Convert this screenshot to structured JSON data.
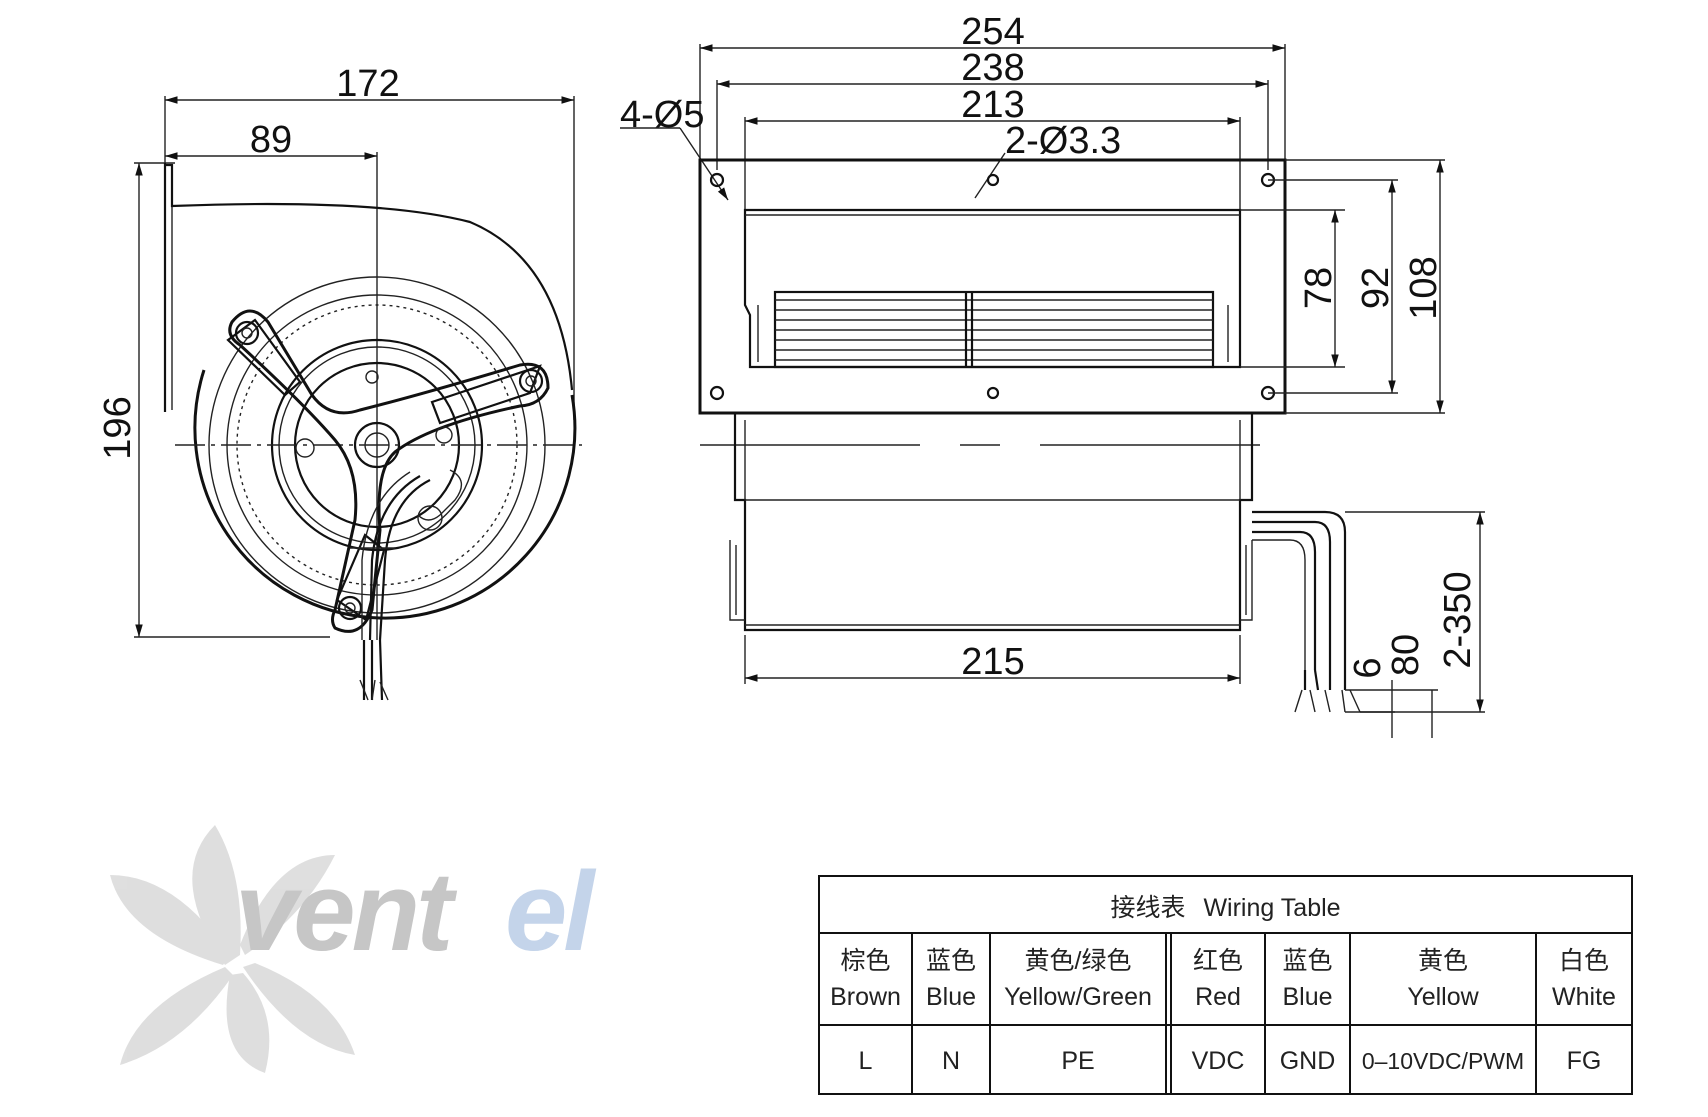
{
  "dimensions": {
    "side_width_172": "172",
    "side_center_89": "89",
    "side_height_196": "196",
    "front_254": "254",
    "front_238": "238",
    "front_213": "213",
    "holes_4": "4-Ø5",
    "holes_2": "2-Ø3.3",
    "h78": "78",
    "h92": "92",
    "h108": "108",
    "base_215": "215",
    "wire_2_350": "2-350",
    "wire_80": "80",
    "wire_6": "6"
  },
  "watermark": {
    "brand": "ventel",
    "colors": {
      "gray": "#c9c9c9",
      "blue": "#c7d6ea"
    }
  },
  "wiring_table": {
    "title_cn": "接线表",
    "title_en": "Wiring Table",
    "columns": [
      {
        "cn": "棕色",
        "en": "Brown",
        "value": "L"
      },
      {
        "cn": "蓝色",
        "en": "Blue",
        "value": "N"
      },
      {
        "cn": "黄色/绿色",
        "en": "Yellow/Green",
        "value": "PE"
      },
      {
        "cn": "红色",
        "en": "Red",
        "value": "VDC"
      },
      {
        "cn": "蓝色",
        "en": "Blue",
        "value": "GND"
      },
      {
        "cn": "黄色",
        "en": "Yellow",
        "value": "0–10VDC/PWM"
      },
      {
        "cn": "白色",
        "en": "White",
        "value": "FG"
      }
    ]
  }
}
